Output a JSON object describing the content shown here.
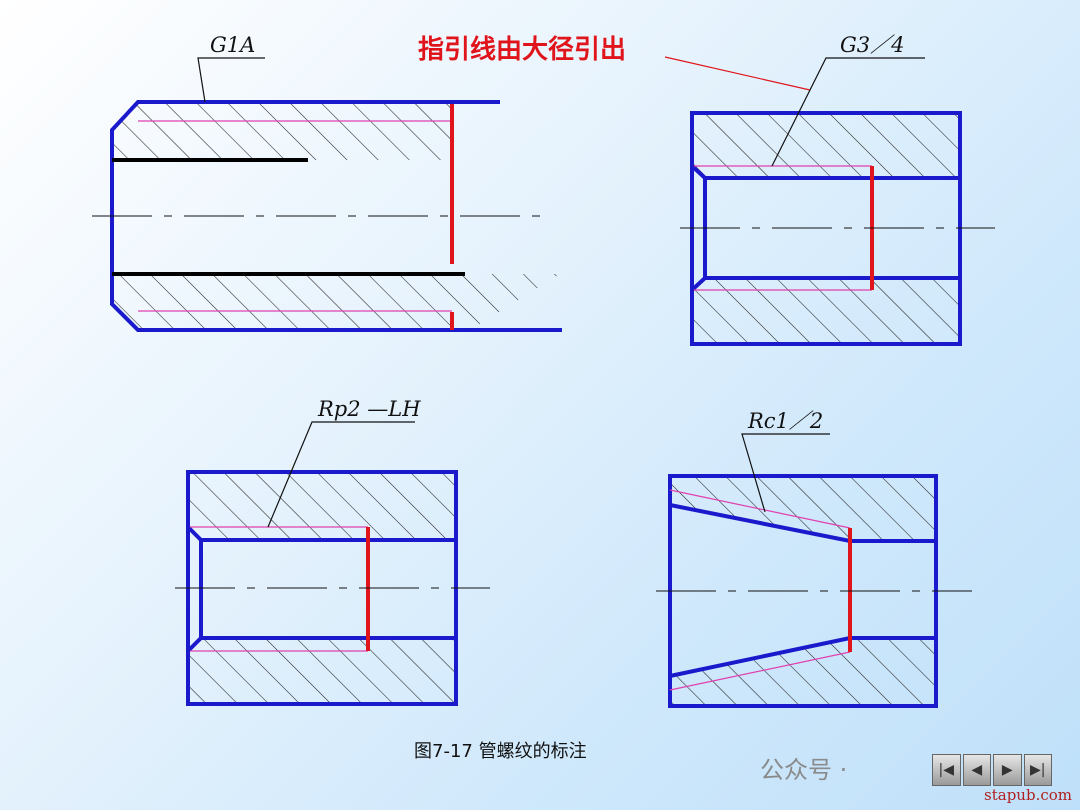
{
  "labels": {
    "top_left": "G1A",
    "top_right": "G3／4",
    "bottom_left": "Rp2 —LH",
    "bottom_right": "Rc1／2"
  },
  "callout": "指引线由大径引出",
  "caption": "图7-17  管螺纹的标注",
  "watermark": "公众号 · ",
  "site": "stapub.com",
  "nav": {
    "first": "|◀",
    "prev": "◀",
    "next": "▶",
    "last": "▶|"
  },
  "colors": {
    "outline": "#1a1acc",
    "major_line": "#e0141b",
    "thin_line": "#e040b0",
    "dark": "#000000",
    "callout": "#e0141b"
  }
}
